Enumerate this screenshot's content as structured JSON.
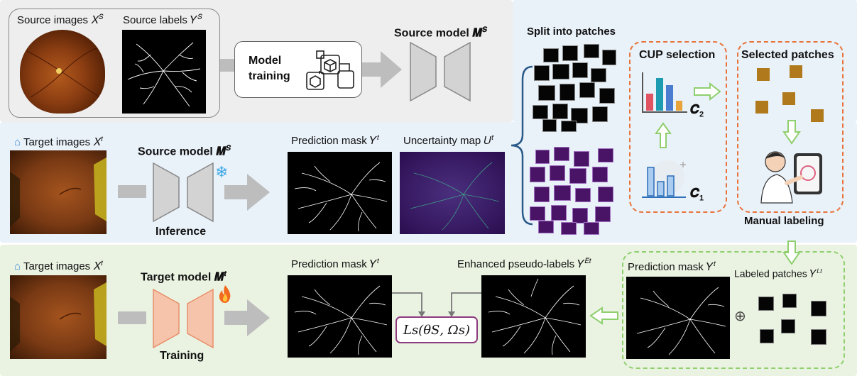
{
  "colors": {
    "top_band": "#eeeeee",
    "mid_band": "#e9f1f9",
    "bottom_band": "#eaf3e2",
    "orange_dash": "#e8743b",
    "green_dash": "#8fcf6e",
    "loss_border": "#8e3a7f",
    "source_model": "#d3d3d3",
    "target_model": "#f5c4aa"
  },
  "top": {
    "source_images_label": "Source images 𝑋",
    "source_images_sup": "𝑆",
    "source_labels_label": "Source labels 𝑌",
    "source_labels_sup": "𝑆",
    "model_training_line1": "Model",
    "model_training_line2": "training",
    "source_model_title": "Source model ",
    "source_model_var": "𝑴",
    "source_model_sup": "𝑺"
  },
  "middle": {
    "target_images_label": "Target images 𝑋",
    "target_images_sup": "𝑡",
    "source_model_title": "Source model ",
    "source_model_var": "𝑴",
    "source_model_sup": "𝑺",
    "inference_label": "Inference",
    "prediction_mask_label": "Prediction mask 𝑌",
    "prediction_mask_sup": "𝑡",
    "uncertainty_label": "Uncertainty map 𝑈",
    "uncertainty_sup": "𝑡",
    "snow_icon": "snowflake-icon"
  },
  "right": {
    "split_label": "Split into patches",
    "cup_label": "CUP selection",
    "c2_var": "𝑪",
    "c2_sub": "2",
    "c1_var": "𝑪",
    "c1_sub": "1",
    "selected_label": "Selected patches",
    "manual_label": "Manual labeling"
  },
  "bottom": {
    "target_images_label": "Target images 𝑋",
    "target_images_sup": "𝑡",
    "target_model_title": "Target model ",
    "target_model_var": "𝑴",
    "target_model_sup": "𝒕",
    "training_label": "Training",
    "prediction_mask_label": "Prediction mask 𝑌",
    "prediction_mask_sup": "𝑡",
    "loss_text": "𝐿𝑠(𝜃𝑆, 𝛺𝑠)",
    "enhanced_label": "Enhanced pseudo-labels 𝑌",
    "enhanced_sup": "𝐸𝑡",
    "prediction_mask2_label": "Prediction mask 𝑌",
    "prediction_mask2_sup": "𝑡",
    "labeled_patches_label": "Labeled patches 𝑌",
    "labeled_patches_sup": "𝐿𝑡",
    "fire_icon": "fire-icon",
    "plus_icon": "circled-plus-icon"
  }
}
